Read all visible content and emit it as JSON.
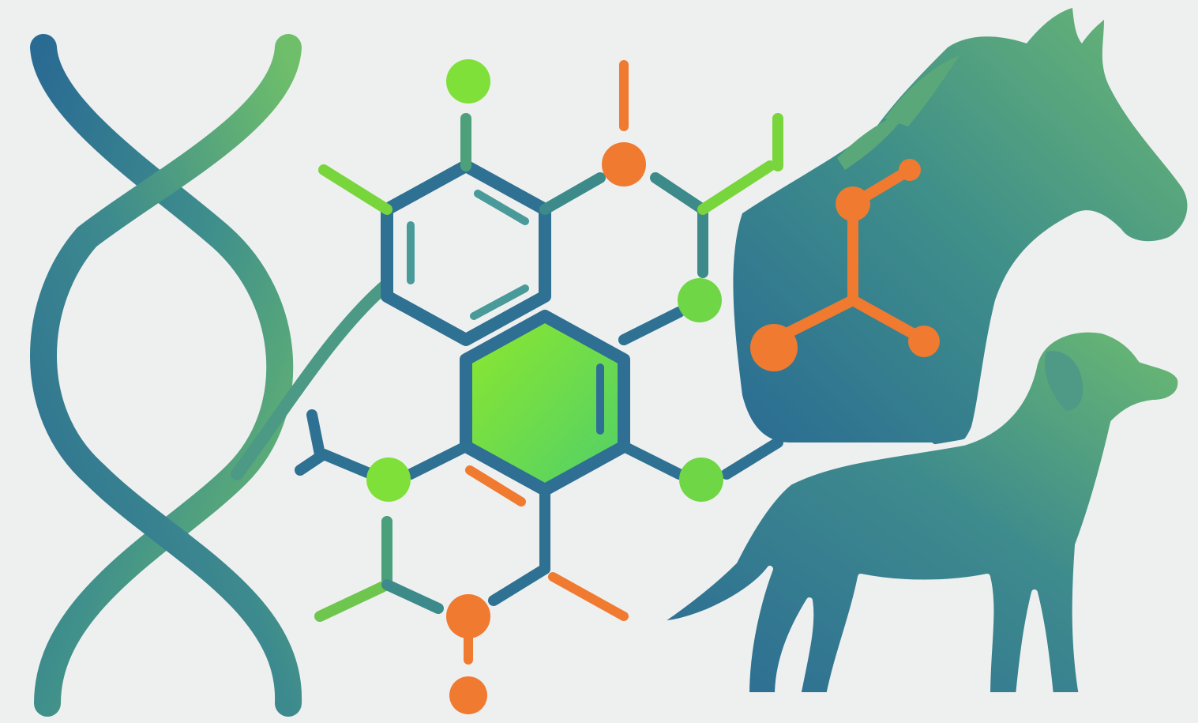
{
  "illustration": {
    "subjects": [
      "dna-helix",
      "molecule-structure",
      "horse-silhouette",
      "dog-silhouette"
    ]
  },
  "palette": {
    "background": "#eef0ef",
    "blue": "#2a6b93",
    "teal": "#3f8a8f",
    "green": "#6fbf6a",
    "lime": "#7fe03a",
    "orange": "#ef7a30"
  }
}
